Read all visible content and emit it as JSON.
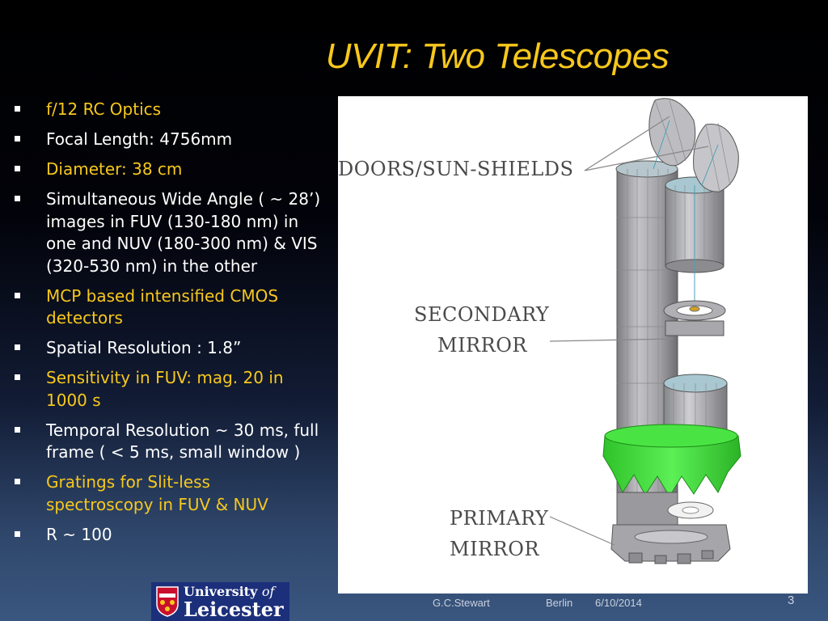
{
  "slide": {
    "title": "UVIT: Two Telescopes"
  },
  "bullets": [
    {
      "text": "f/12  RC Optics",
      "color": "#f7c81c"
    },
    {
      "text": "Focal Length: 4756mm",
      "color": "#ffffff"
    },
    {
      "text": "Diameter: 38 cm",
      "color": "#f7c81c"
    },
    {
      "text": "Simultaneous Wide Angle ( ~ 28’) images in FUV (130-180 nm)  in one and NUV (180-300 nm) & VIS (320-530 nm) in the other",
      "color": "#ffffff"
    },
    {
      "text": "MCP based intensified CMOS detectors",
      "color": "#f7c81c"
    },
    {
      "text": "Spatial Resolution :  1.8”",
      "color": "#ffffff"
    },
    {
      "text": "Sensitivity in FUV: mag. 20 in 1000 s",
      "color": "#f7c81c"
    },
    {
      "text": "Temporal Resolution ~ 30 ms, full frame ( < 5 ms, small window )",
      "color": "#ffffff"
    },
    {
      "text": "Gratings for  Slit-less spectroscopy in  FUV & NUV",
      "color": "#f7c81c"
    },
    {
      "text": "R ~ 100",
      "color": "#ffffff"
    }
  ],
  "figure": {
    "labels": {
      "doors": "DOORS/SUN-SHIELDS",
      "secondary_1": "SECONDARY",
      "secondary_2": "MIRROR",
      "primary_1": "PRIMARY",
      "primary_2": "MIRROR"
    }
  },
  "logo": {
    "line1_main": "University",
    "line1_of": "of",
    "line2": "Leicester"
  },
  "footer": {
    "author": "G.C.Stewart",
    "venue": "Berlin",
    "date": "6/10/2014",
    "page": "3"
  },
  "colors": {
    "accent": "#f7c81c",
    "text": "#ffffff",
    "baffle_green": "#3fe23a",
    "logo_blue": "#1c2f7a"
  }
}
